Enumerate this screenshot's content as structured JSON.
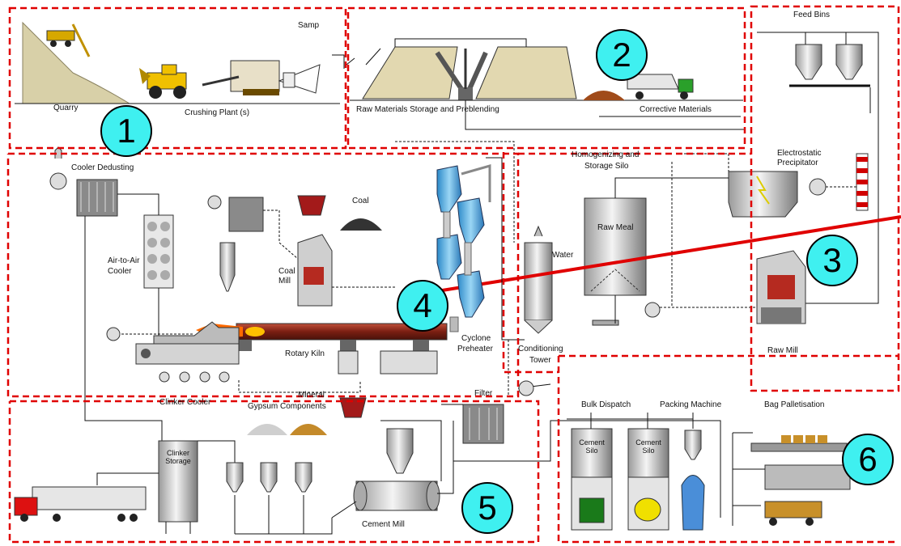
{
  "zones": [
    "1",
    "2",
    "3",
    "4",
    "5",
    "6"
  ],
  "labels": {
    "quarry": "Quarry",
    "crushing_plant": "Crushing Plant (s)",
    "samp": "Samp",
    "raw_materials": "Raw Materials Storage and Preblending",
    "corrective_materials": "Corrective Materials",
    "feed_bins": "Feed Bins",
    "cooler_dedusting": "Cooler Dedusting",
    "coal": "Coal",
    "air_to_air": "Air-to-Air",
    "cooler": "Cooler",
    "coal_mill_1": "Coal",
    "coal_mill_2": "Mill",
    "homogenizing_1": "Homogenizing and",
    "homogenizing_2": "Storage Silo",
    "electrostatic_1": "Electrostatic",
    "electrostatic_2": "Precipitator",
    "raw_meal": "Raw Meal",
    "water": "Water",
    "rotary_kiln": "Rotary Kiln",
    "cyclone_1": "Cyclone",
    "cyclone_2": "Preheater",
    "conditioning_1": "Conditioning",
    "conditioning_2": "Tower",
    "raw_mill": "Raw Mill",
    "clinker_cooler": "Clinker Cooler",
    "mineral": "Mineral",
    "gypsum_components": "Gypsum Components",
    "filter": "Filter",
    "bulk_dispatch": "Bulk Dispatch",
    "packing_machine": "Packing Machine",
    "bag_palletisation": "Bag Palletisation",
    "clinker_storage_1": "Clinker",
    "clinker_storage_2": "Storage",
    "cement_mill": "Cement Mill",
    "cement_silo_a1": "Cement",
    "cement_silo_a2": "Silo",
    "cement_silo_b1": "Cement",
    "cement_silo_b2": "Silo"
  },
  "colors": {
    "zone_border": "#e00000",
    "badge_fill": "#3ff0f0",
    "kiln": "#8b2a1c",
    "flame": "#ff6a00",
    "equipment_fill": "#c8c8c8",
    "preheater": "#4fb3e6"
  }
}
